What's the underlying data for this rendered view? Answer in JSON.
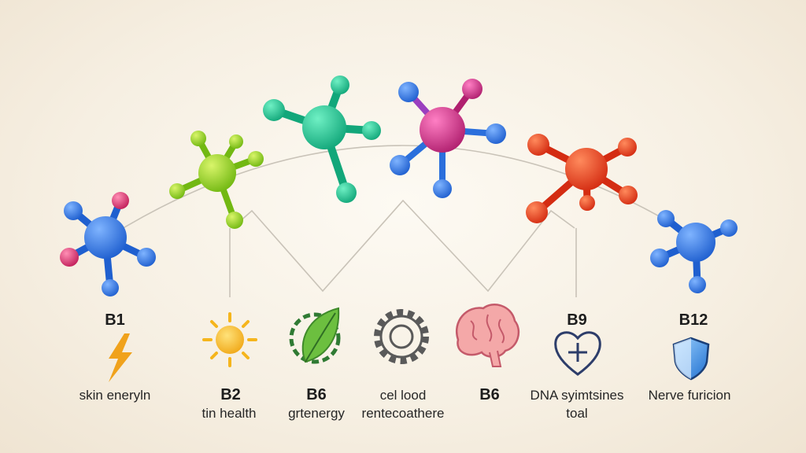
{
  "colors": {
    "b1": "#2b6fdc",
    "b1_accent": "#d8336f",
    "b2": "#8ccc1c",
    "b3": "#1fbf8c",
    "b5": "#c8328a",
    "b5_accent": "#2b6fdc",
    "b9": "#ea3d22",
    "b12": "#2b78e0",
    "lightning": "#f0a21c",
    "sun": "#f5b51c",
    "leaf": "#5fa83a",
    "brain": "#f4a8a8",
    "heart_shield": "#2d3d6a",
    "shield": "#3a8fe0",
    "line": "#c9c3b8"
  },
  "nodes": [
    {
      "id": "b1",
      "code": "B1",
      "desc": "skin eneryln",
      "desc2": "",
      "icon": "lightning-icon"
    },
    {
      "id": "b2",
      "code": "B2",
      "desc": "tin health",
      "desc2": "",
      "icon": "sun-icon"
    },
    {
      "id": "b6a",
      "code": "B6",
      "desc": "grtenergy",
      "desc2": "",
      "icon": "leaf-gear-icon"
    },
    {
      "id": "b7",
      "code": "",
      "desc": "cel lood",
      "desc2": "rentecoathere",
      "icon": "gear-icon"
    },
    {
      "id": "b6b",
      "code": "B6",
      "desc": "",
      "desc2": "",
      "icon": "brain-icon"
    },
    {
      "id": "b9",
      "code": "B9",
      "desc": "DNA syimtsines",
      "desc2": "toal",
      "icon": "heart-shield-icon"
    },
    {
      "id": "b12",
      "code": "B12",
      "desc": "Nerve furicion",
      "desc2": "",
      "icon": "shield-icon"
    }
  ]
}
